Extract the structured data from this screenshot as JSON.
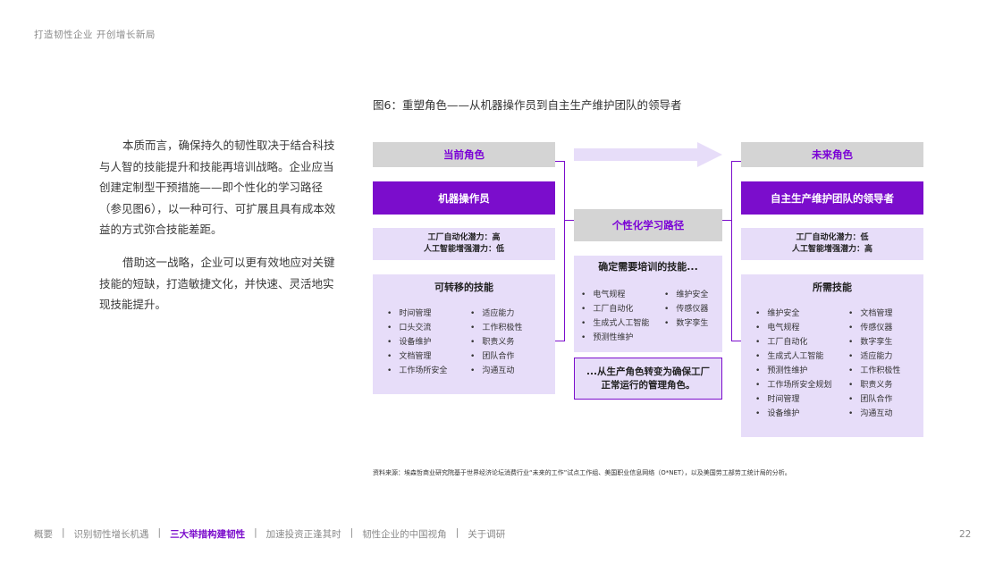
{
  "header": "打造韧性企业  开创增长新局",
  "paragraphs": [
    "本质而言，确保持久的韧性取决于结合科技与人智的技能提升和技能再培训战略。企业应当创建定制型干预措施——即个性化的学习路径（参见图6），以一种可行、可扩展且具有成本效益的方式弥合技能差距。",
    "借助这一战略，企业可以更有效地应对关键技能的短缺，打造敏捷文化，并快速、灵活地实现技能提升。"
  ],
  "figure": {
    "title": "图6：重塑角色——从机器操作员到自主生产维护团队的领导者",
    "current": {
      "header": "当前角色",
      "role": "机器操作员",
      "potential": [
        "工厂自动化潜力：高",
        "人工智能增强潜力：低"
      ],
      "skills_title": "可转移的技能",
      "skills_col1": [
        "时间管理",
        "口头交流",
        "设备维护",
        "文档管理",
        "工作场所安全"
      ],
      "skills_col2": [
        "适应能力",
        "工作积极性",
        "职责义务",
        "团队合作",
        "沟通互动"
      ]
    },
    "middle": {
      "header": "个性化学习路径",
      "skills_title": "确定需要培训的技能...",
      "skills_col1": [
        "电气规程",
        "工厂自动化",
        "生成式人工智能",
        "预测性维护"
      ],
      "skills_col2": [
        "维护安全",
        "传感仪器",
        "数字孪生"
      ],
      "conclusion": "...从生产角色转变为确保工厂正常运行的管理角色。"
    },
    "future": {
      "header": "未来角色",
      "role": "自主生产维护团队的领导者",
      "potential": [
        "工厂自动化潜力：低",
        "人工智能增强潜力：高"
      ],
      "skills_title": "所需技能",
      "skills_col1": [
        "维护安全",
        "电气规程",
        "工厂自动化",
        "生成式人工智能",
        "预测性维护",
        "工作场所安全规划",
        "时间管理",
        "设备维护"
      ],
      "skills_col2": [
        "文档管理",
        "传感仪器",
        "数字孪生",
        "适应能力",
        "工作积极性",
        "职责义务",
        "团队合作",
        "沟通互动"
      ]
    }
  },
  "source": "资料来源：埃森哲商业研究院基于世界经济论坛消费行业“未来的工作”试点工作组、美国职业信息网络（O*NET），以及美国劳工部劳工统计局的分析。",
  "footer": {
    "nav": [
      "概要",
      "识别韧性增长机遇",
      "三大举措构建韧性",
      "加速投资正逢其时",
      "韧性企业的中国视角",
      "关于调研"
    ],
    "active_index": 2,
    "page": "22"
  },
  "colors": {
    "accent": "#7b0dcc",
    "lavender": "#e7ddf9",
    "gray": "#d4d4d4"
  }
}
